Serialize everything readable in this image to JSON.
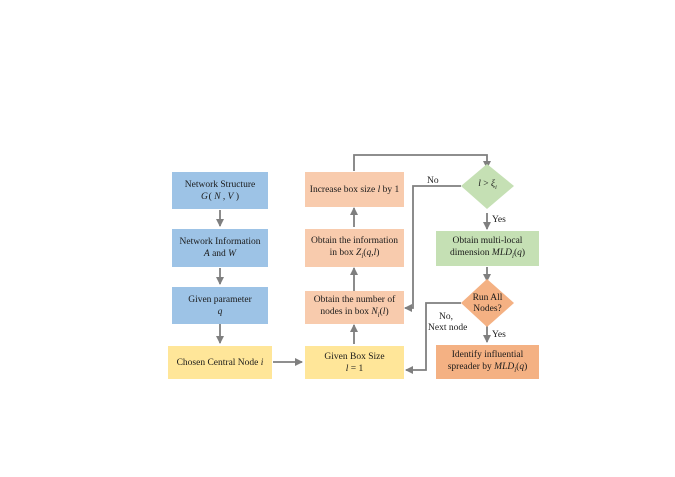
{
  "colors": {
    "blue": "#9dc3e6",
    "peach": "#f8cbad",
    "yellow": "#ffe699",
    "green": "#c5e0b4",
    "orange": "#f4b183",
    "arrow": "#7f7f7f"
  },
  "nodes": {
    "network_structure": {
      "line1": "Network Structure",
      "line2": "G ( N , V )"
    },
    "network_information": {
      "line1": "Network Information",
      "line2": "A and W"
    },
    "given_parameter": {
      "line1": "Given parameter",
      "line2": "q"
    },
    "chosen_central_node": {
      "line1": "Chosen Central Node i"
    },
    "given_box_size": {
      "line1": "Given Box Size",
      "line2": "l = 1"
    },
    "obtain_number_nodes": {
      "line1": "Obtain the number of",
      "line2": "nodes in box N_i(l)"
    },
    "obtain_information": {
      "line1": "Obtain the information",
      "line2": "in box Z_i(q,l)"
    },
    "increase_box_size": {
      "line1": "Increase box size l by 1"
    },
    "decision_l": {
      "line1": "l > ξ_i"
    },
    "obtain_mld": {
      "line1": "Obtain multi-local",
      "line2": "dimension MLD_i(q)"
    },
    "decision_all": {
      "line1": "Run All",
      "line2": "Nodes?"
    },
    "identify_spreader": {
      "line1": "Identify influential",
      "line2": "spreader by MLD_i(q)"
    }
  },
  "edge_labels": {
    "no": "No",
    "yes1": "Yes",
    "yes2": "Yes",
    "no_next1": "No,",
    "no_next2": "Next node"
  }
}
